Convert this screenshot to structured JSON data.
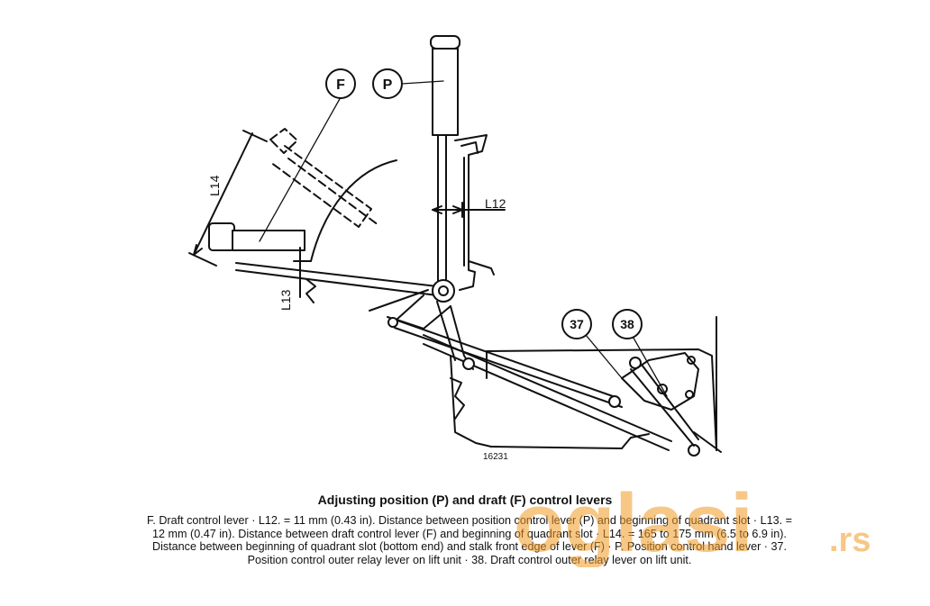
{
  "labels": {
    "F": "F",
    "P": "P",
    "L14": "L14",
    "L12": "L12",
    "L13": "L13",
    "n37": "37",
    "n38": "38",
    "figure_number": "16231"
  },
  "caption": {
    "title": "Adjusting position (P) and draft (F) control levers",
    "lines": [
      "F. Draft control lever · L12. = 11 mm (0.43 in). Distance between position control lever (P) and beginning of quadrant slot · L13. =",
      "12 mm (0.47 in). Distance between draft control lever (F) and beginning of quadrant slot · L14. = 165 to 175 mm (6.5 to 6.9 in).",
      "Distance between beginning of quadrant slot (bottom end) and stalk front edge of lever (F) · P. Position control hand lever · 37.",
      "Position control outer relay lever on lift unit · 38. Draft control outer relay lever on lift unit."
    ]
  },
  "watermark": {
    "text": "oglasi",
    "suffix": ".rs",
    "color": "#f29a25"
  }
}
